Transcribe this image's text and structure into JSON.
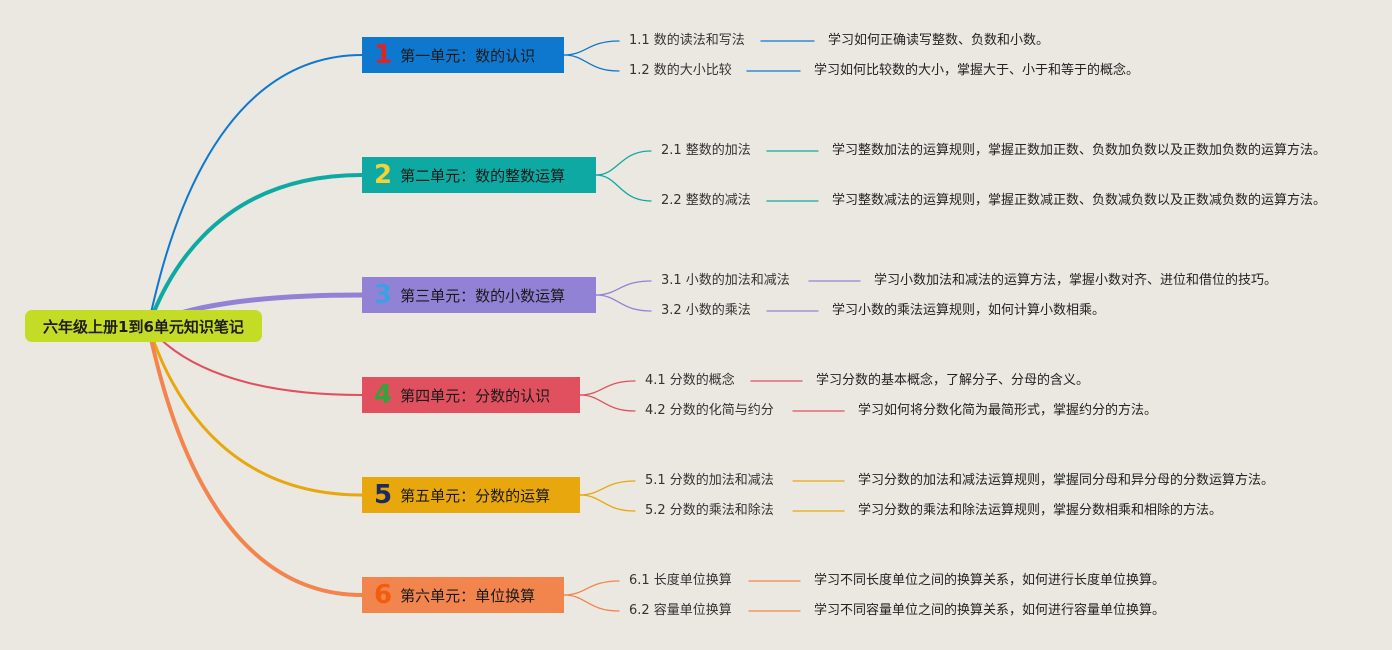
{
  "root": {
    "label": "六年级上册1到6单元知识笔记",
    "color": "#c5dc26"
  },
  "units": [
    {
      "num": "1",
      "label": "第一单元：数的认识",
      "color": "#0e78cf",
      "num_color": "#d9262b",
      "subs": [
        {
          "label": "1.1 数的读法和写法",
          "desc": "学习如何正确读写整数、负数和小数。"
        },
        {
          "label": "1.2 数的大小比较",
          "desc": "学习如何比较数的大小，掌握大于、小于和等于的概念。"
        }
      ]
    },
    {
      "num": "2",
      "label": "第二单元：数的整数运算",
      "color": "#0fa9a3",
      "num_color": "#f1d438",
      "subs": [
        {
          "label": "2.1 整数的加法",
          "desc": "学习整数加法的运算规则，掌握正数加正数、负数加负数以及正数加负数的运算方法。"
        },
        {
          "label": "2.2 整数的减法",
          "desc": "学习整数减法的运算规则，掌握正数减正数、负数减负数以及正数减负数的运算方法。"
        }
      ]
    },
    {
      "num": "3",
      "label": "第三单元：数的小数运算",
      "color": "#9282d6",
      "num_color": "#3ea0e4",
      "subs": [
        {
          "label": "3.1 小数的加法和减法",
          "desc": "学习小数加法和减法的运算方法，掌握小数对齐、进位和借位的技巧。"
        },
        {
          "label": "3.2 小数的乘法",
          "desc": "学习小数的乘法运算规则，如何计算小数相乘。"
        }
      ]
    },
    {
      "num": "4",
      "label": "第四单元：分数的认识",
      "color": "#e0505f",
      "num_color": "#37a23b",
      "subs": [
        {
          "label": "4.1 分数的概念",
          "desc": "学习分数的基本概念，了解分子、分母的含义。"
        },
        {
          "label": "4.2 分数的化简与约分",
          "desc": "学习如何将分数化简为最简形式，掌握约分的方法。"
        }
      ]
    },
    {
      "num": "5",
      "label": "第五单元：分数的运算",
      "color": "#e8a70d",
      "num_color": "#1c2a5e",
      "subs": [
        {
          "label": "5.1 分数的加法和减法",
          "desc": "学习分数的加法和减法运算规则，掌握同分母和异分母的分数运算方法。"
        },
        {
          "label": "5.2 分数的乘法和除法",
          "desc": "学习分数的乘法和除法运算规则，掌握分数相乘和相除的方法。"
        }
      ]
    },
    {
      "num": "6",
      "label": "第六单元：单位换算",
      "color": "#f2844e",
      "num_color": "#f25c0c",
      "subs": [
        {
          "label": "6.1 长度单位换算",
          "desc": "学习不同长度单位之间的换算关系，如何进行长度单位换算。"
        },
        {
          "label": "6.2 容量单位换算",
          "desc": "学习不同容量单位之间的换算关系，如何进行容量单位换算。"
        }
      ]
    }
  ]
}
